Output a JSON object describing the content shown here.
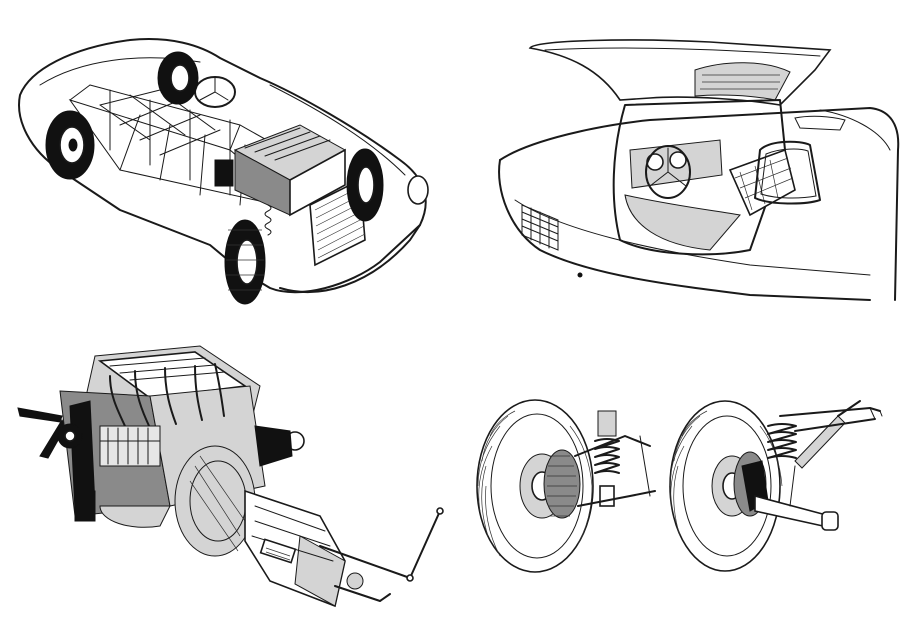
{
  "colors": {
    "ink": "#1a1a1a",
    "paper": "#ffffff",
    "shade": "#8a8a8a"
  },
  "panels": [
    {
      "id": "chassis-cutaway"
    },
    {
      "id": "gullwing-door-interior"
    },
    {
      "id": "engine-gearbox"
    },
    {
      "id": "front-rear-suspension"
    }
  ]
}
